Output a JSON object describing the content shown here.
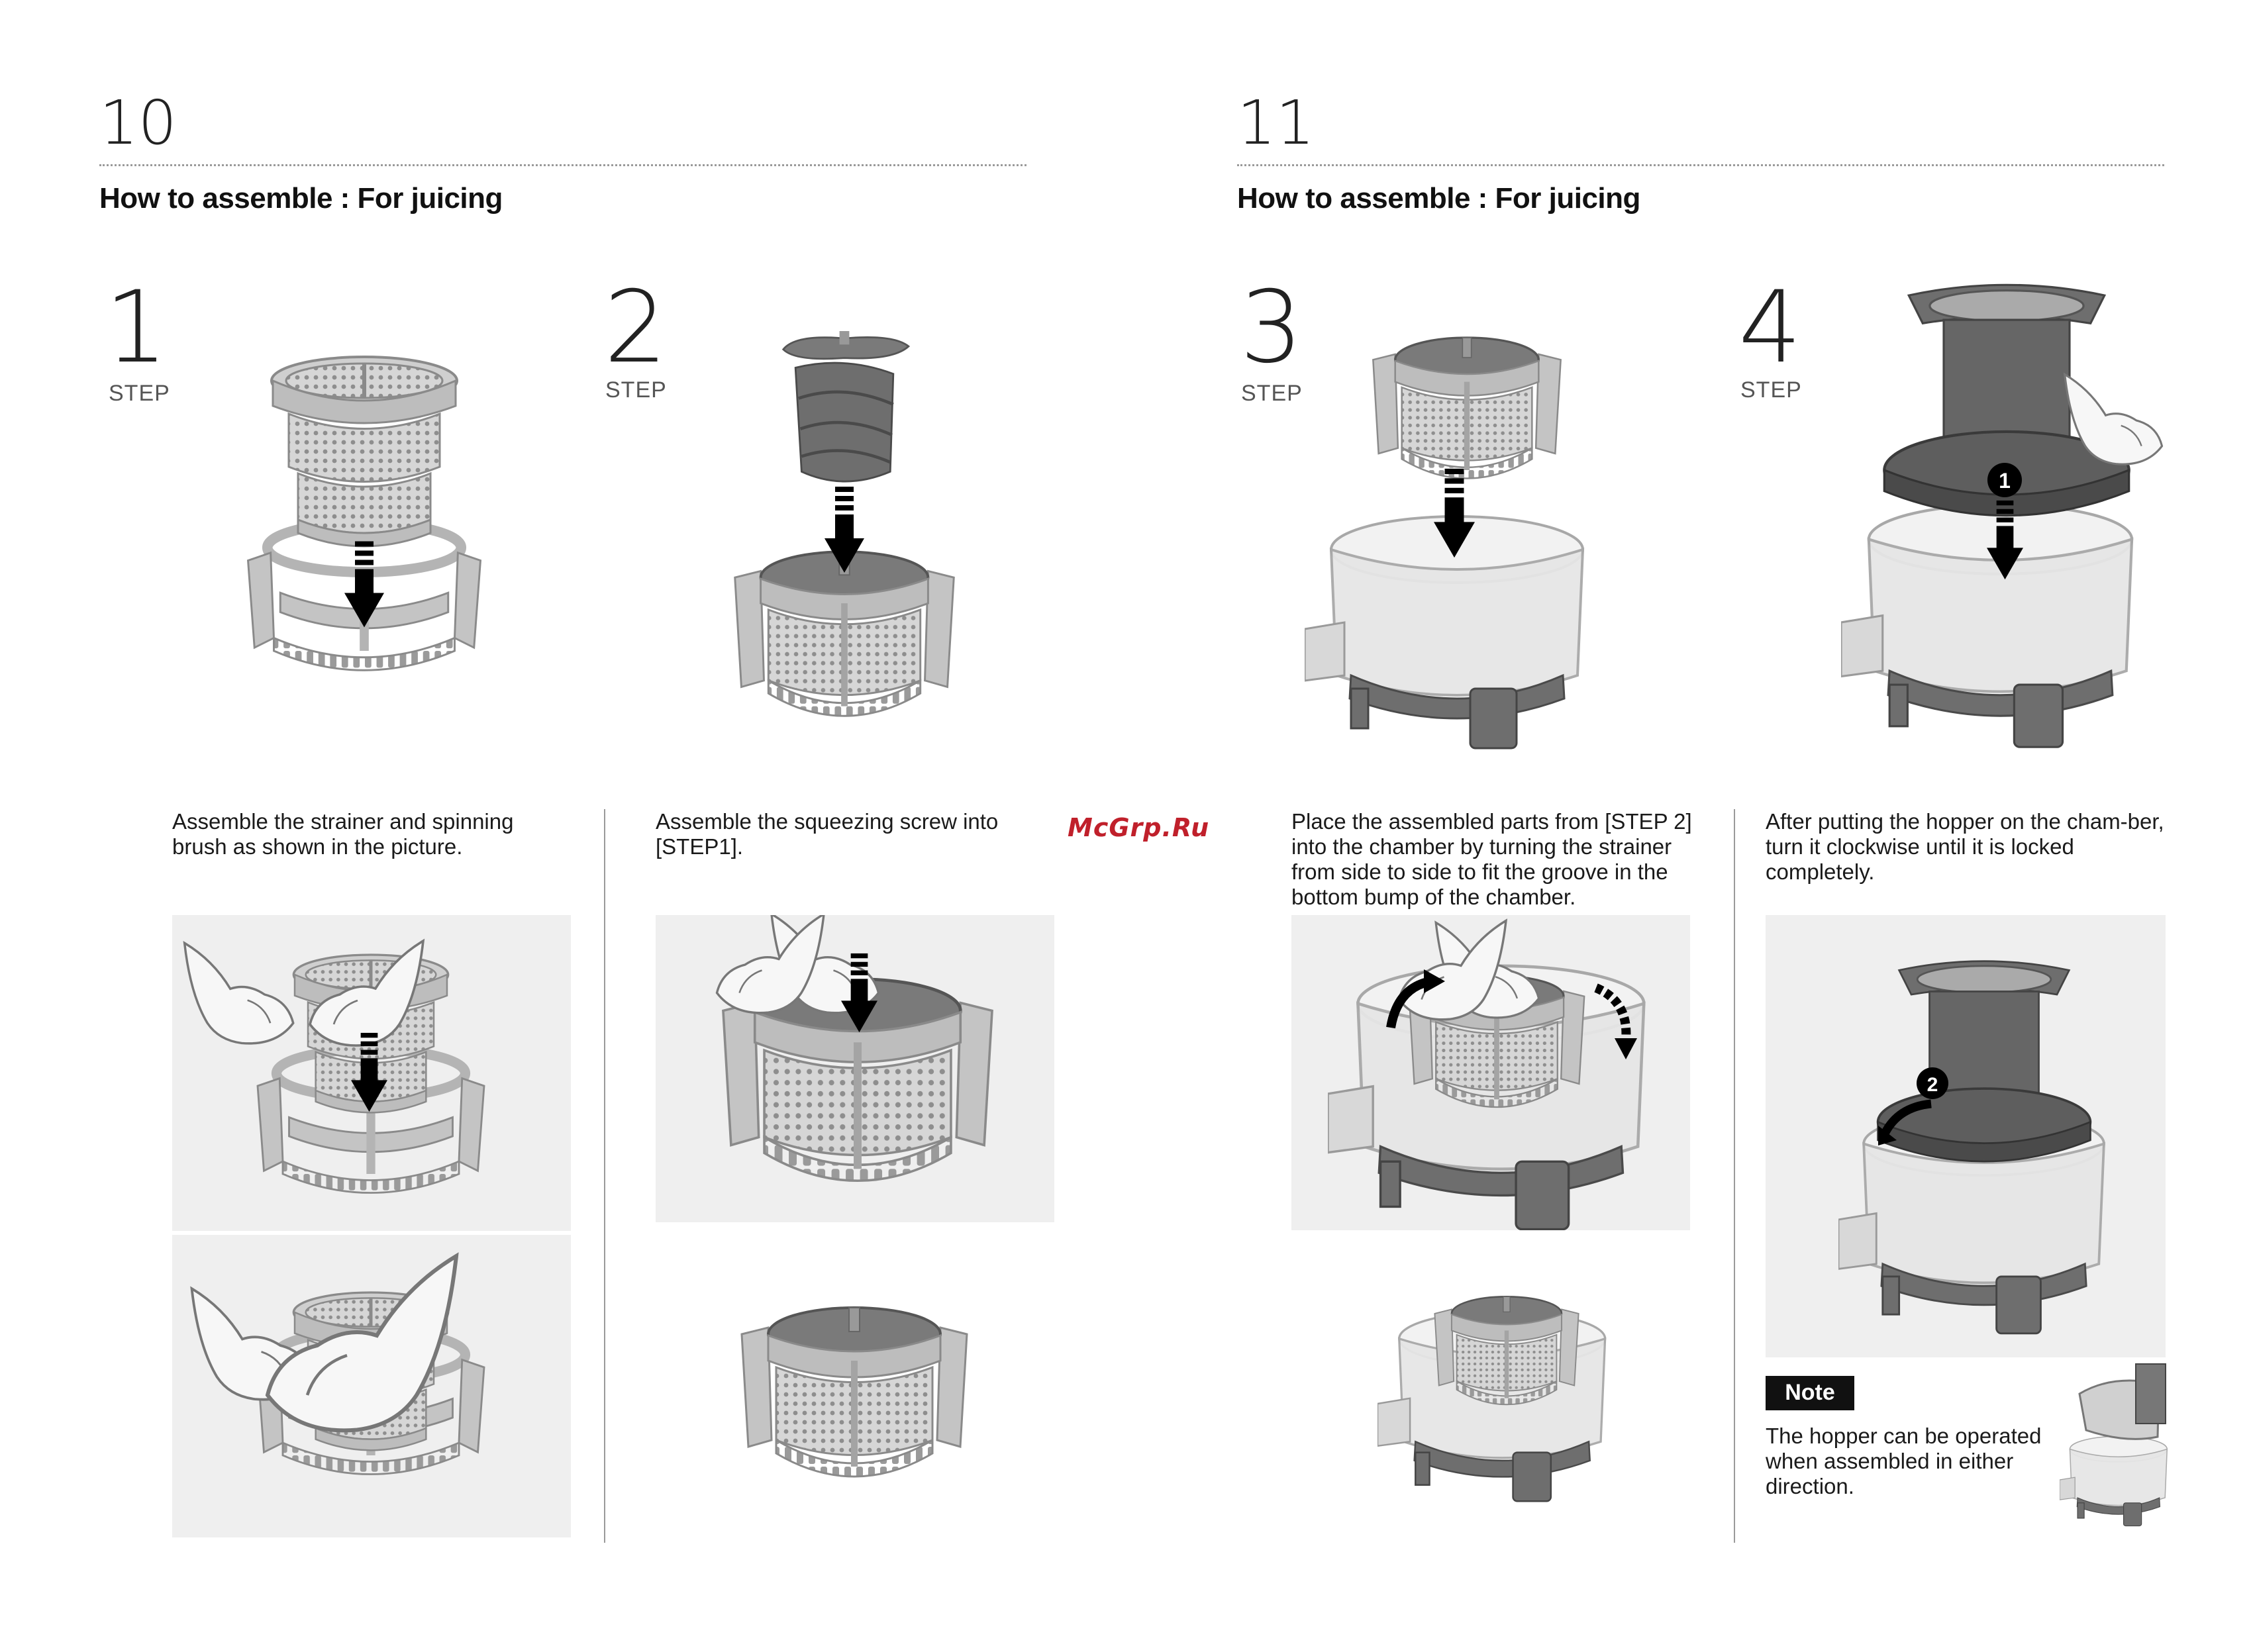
{
  "left_page": {
    "page_number": "10",
    "title": "How to assemble : For juicing",
    "steps": [
      {
        "number": "1",
        "label": "STEP",
        "description": "Assemble the strainer and spinning brush as shown in the picture."
      },
      {
        "number": "2",
        "label": "STEP",
        "description": "Assemble the squeezing screw into [STEP1]."
      }
    ]
  },
  "right_page": {
    "page_number": "11",
    "title": "How to assemble : For juicing",
    "steps": [
      {
        "number": "3",
        "label": "STEP",
        "description": "Place the assembled parts from [STEP 2] into the chamber by turning the strainer from side to side to fit the groove in the bottom bump of the chamber."
      },
      {
        "number": "4",
        "label": "STEP",
        "description": "After putting the hopper on the cham-ber, turn it clockwise until it is locked completely."
      }
    ],
    "callouts": [
      "1",
      "2"
    ],
    "note": {
      "badge": "Note",
      "text": "The hopper can be operated when assembled in either direction."
    }
  },
  "watermark": "McGrp.Ru",
  "colors": {
    "watermark": "#c0202b",
    "panel": "#efefef",
    "part_dark": "#6e6e6e",
    "part_light": "#cfcfcf"
  }
}
